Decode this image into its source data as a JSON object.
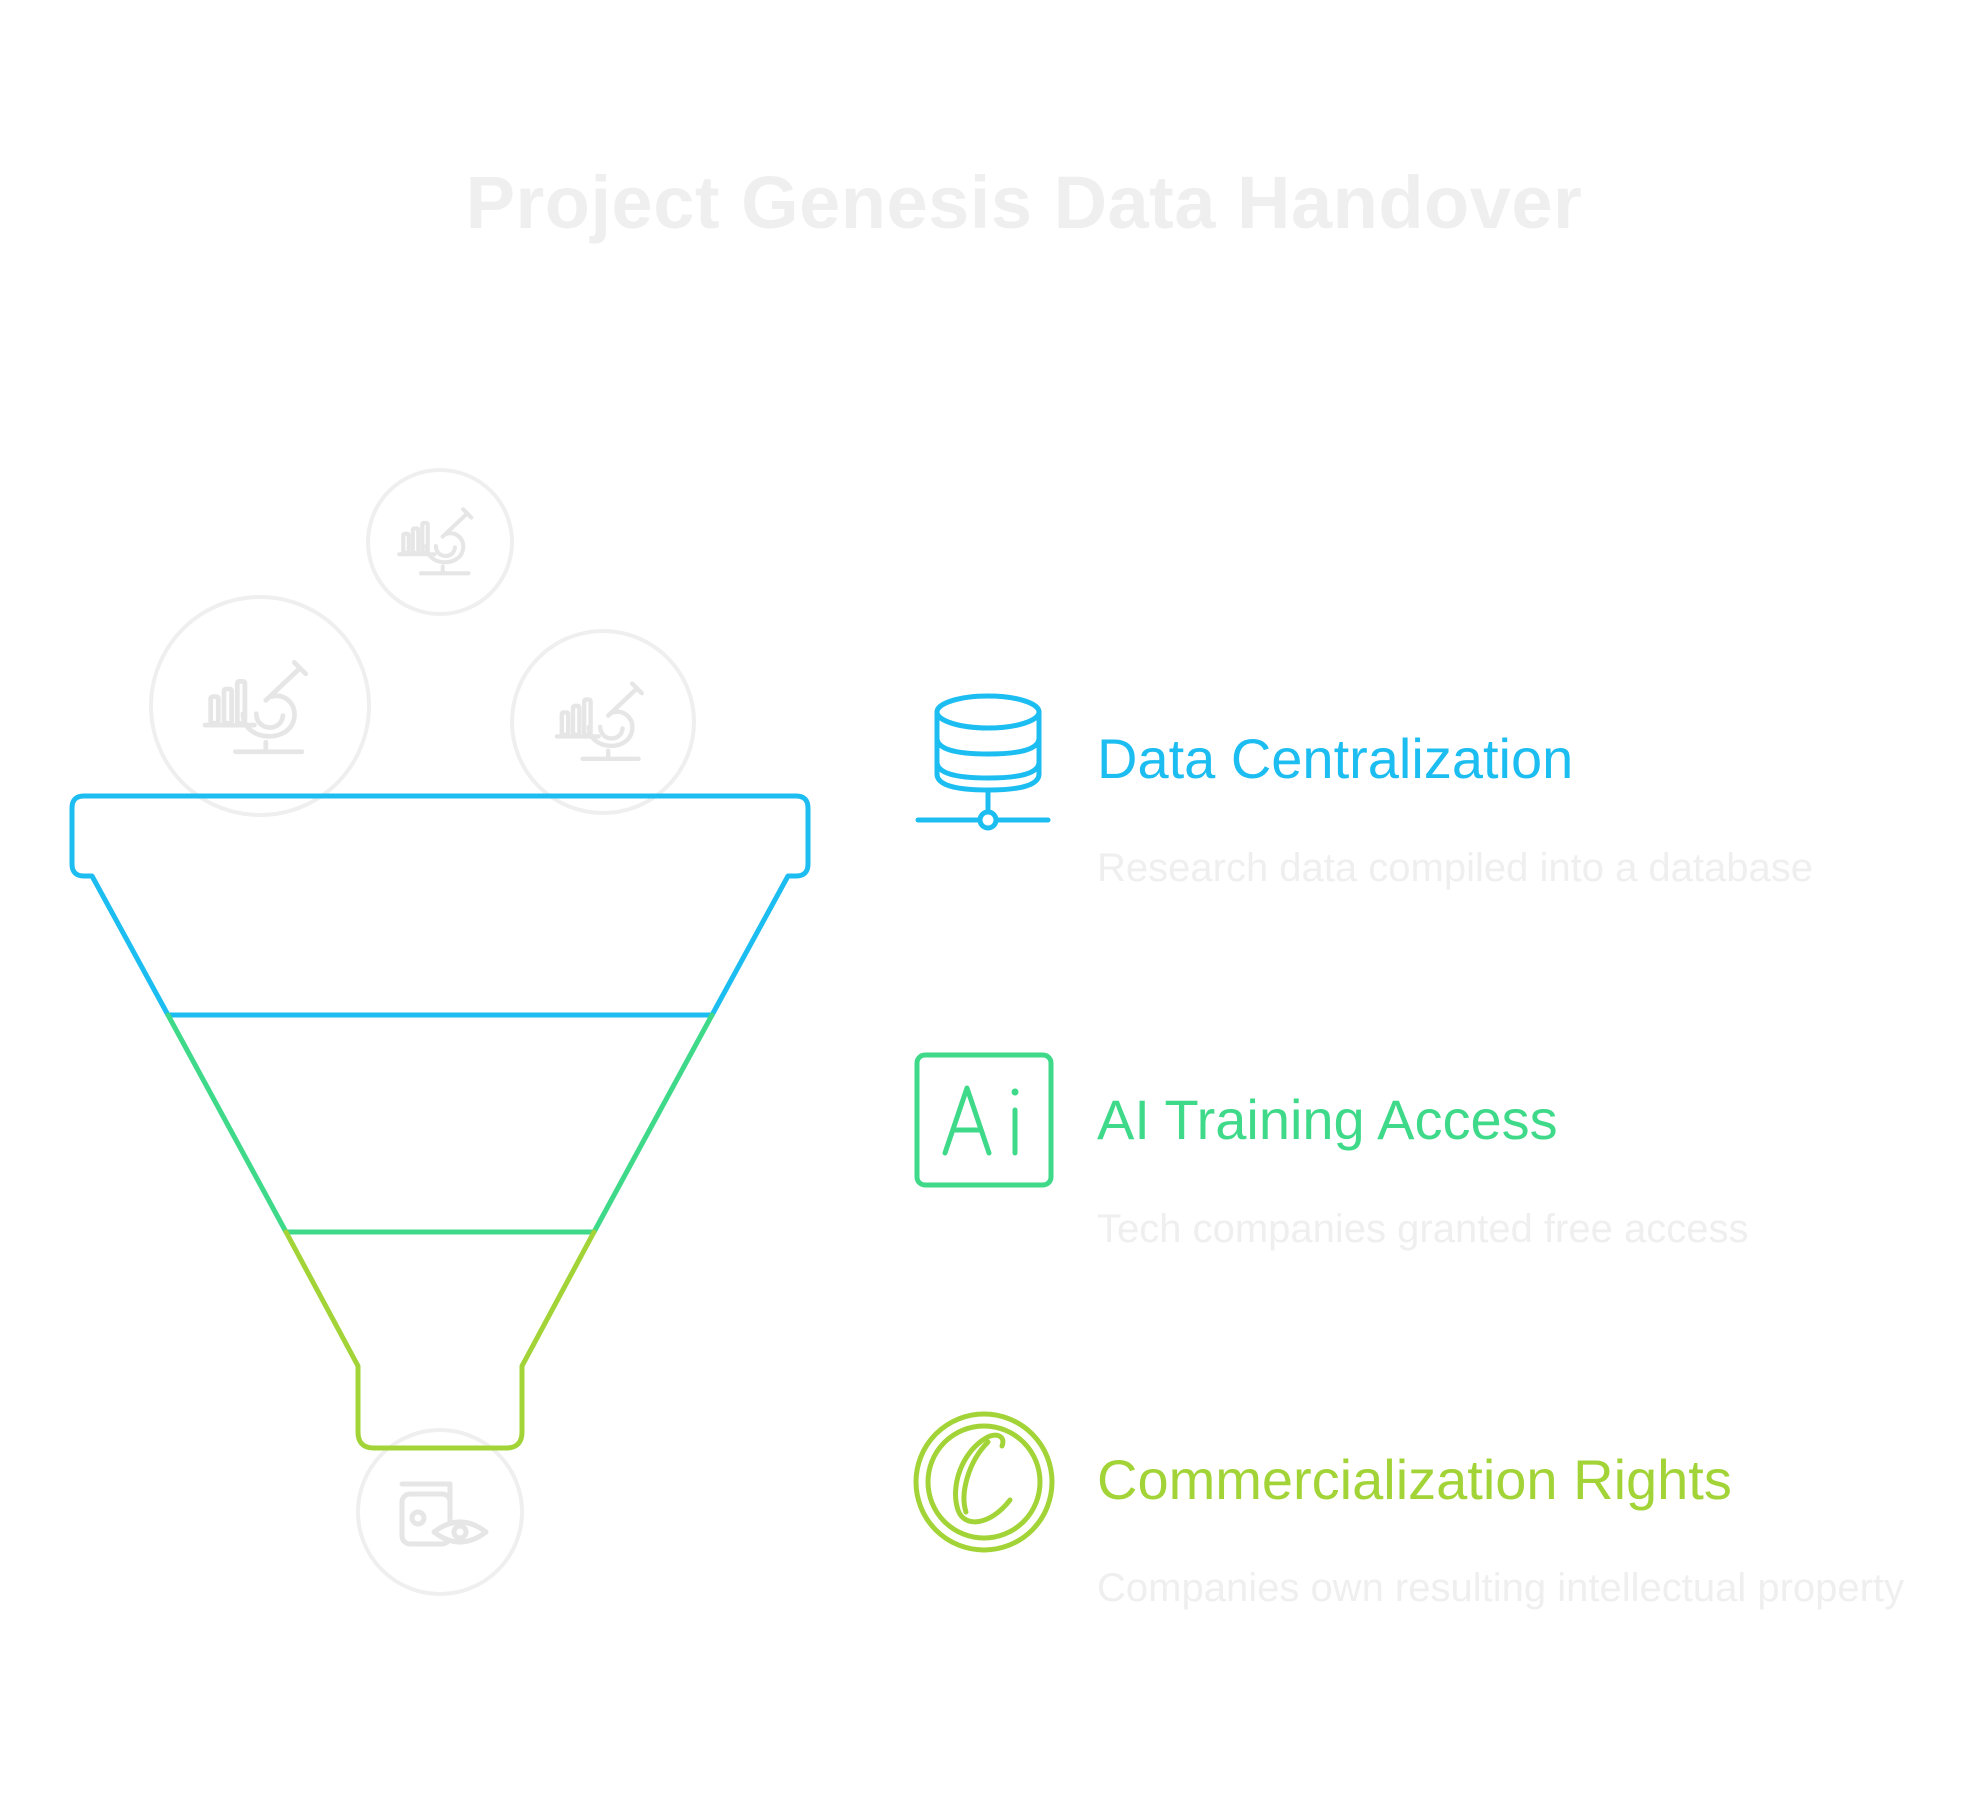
{
  "title": "Project Genesis Data Handover",
  "colors": {
    "stage1": "#1cbdf0",
    "stage2": "#3fd98a",
    "stage3": "#a2d437",
    "faint": "#efefef"
  },
  "input_icons": [
    "research-chart-microscope-icon",
    "research-chart-microscope-icon",
    "research-chart-microscope-icon"
  ],
  "output_icon": "wallet-eye-icon",
  "stages": [
    {
      "title": "Data Centralization",
      "description": "Research data compiled into a database",
      "icon": "database-network-icon"
    },
    {
      "title": "AI Training Access",
      "description": "Tech companies granted free access",
      "icon": "ai-badge-icon",
      "icon_text": "Ai"
    },
    {
      "title": "Commercialization Rights",
      "description": "Companies own resulting intellectual property",
      "icon": "copyright-c-icon"
    }
  ]
}
